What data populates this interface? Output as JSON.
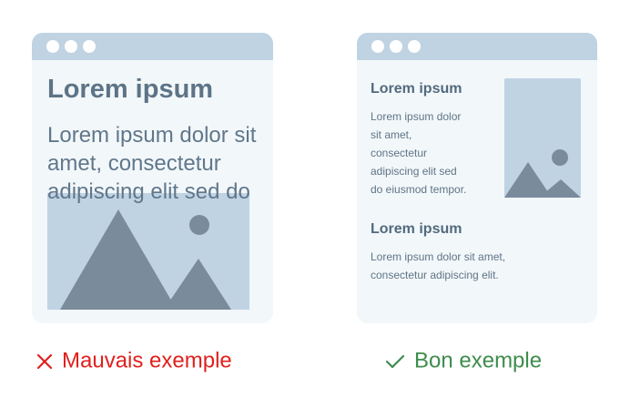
{
  "colors": {
    "bad": "#e0201c",
    "good": "#3e8c4c",
    "window_bg": "#f2f7fa",
    "titlebar": "#bfd3e3",
    "image_fill": "#bfd3e3",
    "image_shape": "#7a8b9b",
    "text": "#5d7487"
  },
  "bad_example": {
    "title": "Lorem ipsum",
    "body_lines": [
      "Lorem ipsum dolor sit",
      "amet, consectetur",
      "adipiscing elit sed do"
    ],
    "caption": "Mauvais exemple",
    "caption_icon": "cross-icon"
  },
  "good_example": {
    "section1": {
      "title": "Lorem ipsum",
      "body_lines": [
        "Lorem ipsum dolor",
        "sit amet,",
        "consectetur",
        "adipiscing elit sed",
        "do eiusmod tempor."
      ]
    },
    "section2": {
      "title": "Lorem ipsum",
      "body_lines": [
        "Lorem ipsum dolor sit amet,",
        "consectetur adipiscing elit."
      ]
    },
    "caption": "Bon exemple",
    "caption_icon": "check-icon"
  }
}
